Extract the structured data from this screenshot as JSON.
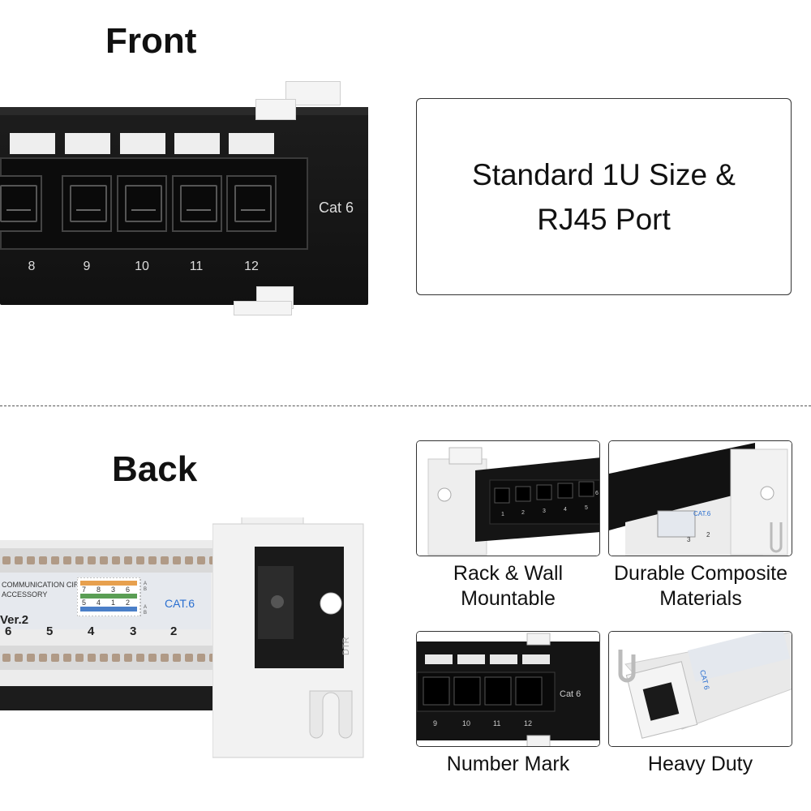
{
  "front": {
    "heading": "Front",
    "port_numbers": [
      "8",
      "9",
      "10",
      "11",
      "12"
    ],
    "cat_label": "Cat 6",
    "caption_lines": [
      "Standard 1U Size &",
      "RJ45 Port"
    ]
  },
  "back": {
    "heading": "Back",
    "label_text_1": "COMMUNICATION CIRCUIT",
    "label_text_2": "ACCESSORY",
    "version": "Ver.2",
    "cat_label": "CAT.6",
    "wiring_row_top": [
      "7",
      "8",
      "3",
      "6"
    ],
    "wiring_row_bottom": [
      "5",
      "4",
      "1",
      "2"
    ],
    "wiring_side_top": [
      "A",
      "B"
    ],
    "wiring_side_bottom": [
      "A",
      "B"
    ],
    "port_numbers": [
      "6",
      "5",
      "4",
      "3",
      "2"
    ],
    "bracket_mark": "DTR"
  },
  "features": [
    {
      "caption_lines": [
        "Rack & Wall",
        "Mountable"
      ],
      "port_numbers": [
        "1",
        "2",
        "3",
        "4",
        "5",
        "6"
      ]
    },
    {
      "caption_lines": [
        "Durable Composite",
        "Materials"
      ],
      "inset_label": "CAT.6",
      "inset_numbers": [
        "3",
        "2"
      ]
    },
    {
      "caption_lines": [
        "Number Mark"
      ],
      "port_numbers": [
        "9",
        "10",
        "11",
        "12"
      ],
      "cat_label": "Cat 6"
    },
    {
      "caption_lines": [
        "Heavy Duty"
      ],
      "inset_label": "CAT 6"
    }
  ],
  "colors": {
    "panel_black": "#111111",
    "plastic_white": "#f2f2f2",
    "label_blue": "#2a6fd0",
    "frame_border": "#333333"
  }
}
